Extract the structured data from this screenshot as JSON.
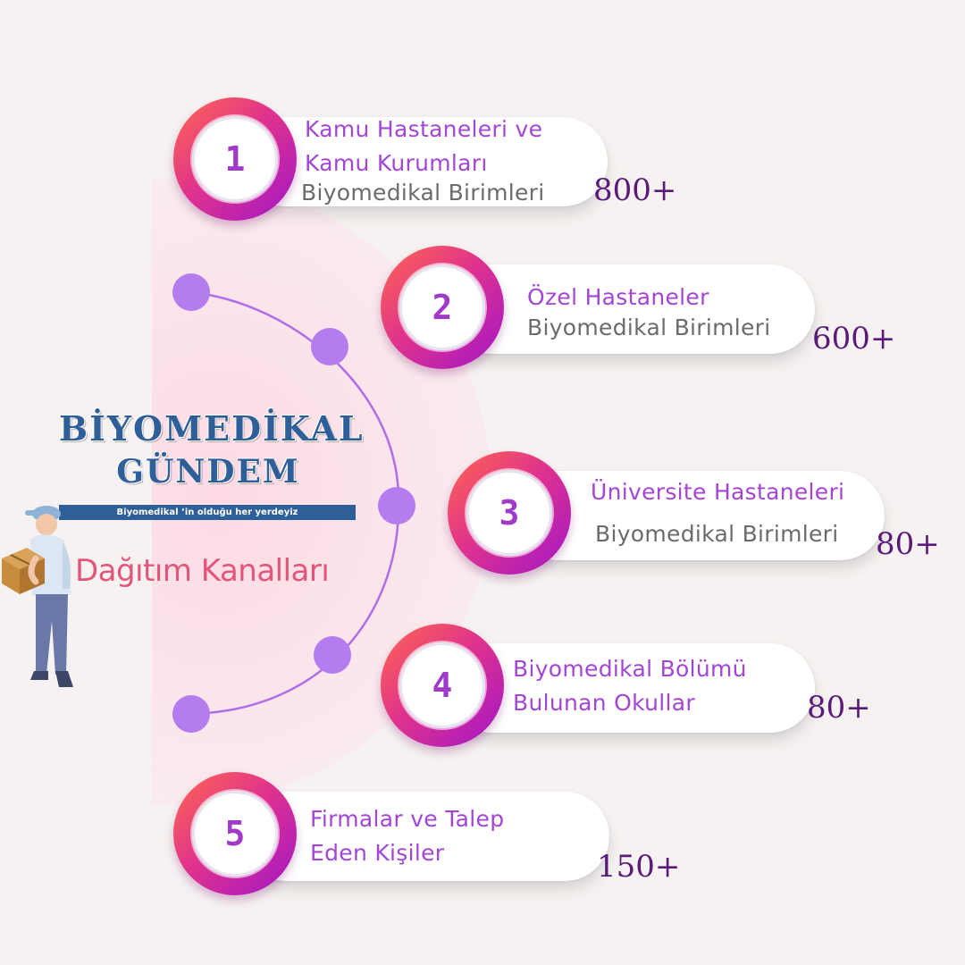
{
  "brand": {
    "line1": "BİYOMEDİKAL",
    "line2": "GÜNDEM",
    "tagline": "Biyomedikal ’in olduğu her yerdeyiz"
  },
  "section_title": "Dağıtım Kanalları",
  "colors": {
    "background": "#f6f2f1",
    "brand_blue": "#2f5f98",
    "title_pink": "#e2567a",
    "ring_gradient": [
      "#ff6a4d",
      "#e0338c",
      "#a216c8"
    ],
    "item_text": "#a346d6",
    "count_text": "#5a1a78",
    "arc_dots": "#b57cf0"
  },
  "items": [
    {
      "number": "1",
      "lines": [
        "Kamu Hastaneleri ve",
        "Kamu Kurumları",
        "Biyomedikal Birimleri"
      ],
      "count": "800+"
    },
    {
      "number": "2",
      "lines": [
        "Özel Hastaneler",
        "Biyomedikal Birimleri"
      ],
      "count": "600+"
    },
    {
      "number": "3",
      "lines": [
        "Üniversite Hastaneleri",
        "Biyomedikal Birimleri"
      ],
      "count": "80+"
    },
    {
      "number": "4",
      "lines": [
        "Biyomedikal Bölümü",
        "Bulunan Okullar"
      ],
      "count": "80+"
    },
    {
      "number": "5",
      "lines": [
        "Firmalar ve Talep",
        "Eden Kişiler"
      ],
      "count": "150+"
    }
  ]
}
